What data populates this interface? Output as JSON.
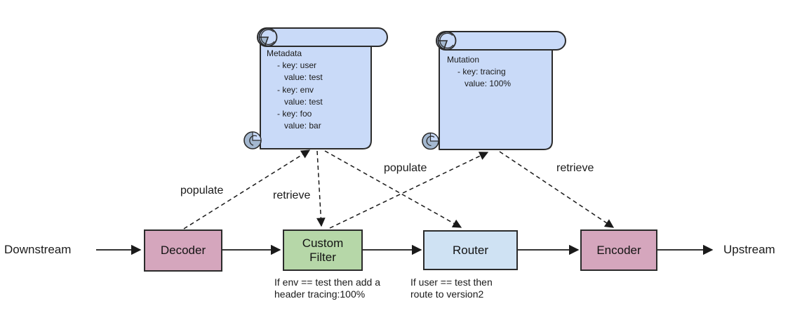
{
  "colors": {
    "node_pink": "#d5a6bd",
    "node_green": "#b6d7a8",
    "node_blue": "#cfe2f3",
    "scroll_blue": "#c9daf8",
    "scroll_shade": "#a4b8d0",
    "stroke_dark": "#2b2b2b",
    "line_black": "#1a1a1a"
  },
  "flow": {
    "downstream_label": "Downstream",
    "upstream_label": "Upstream",
    "decoder_label": "Decoder",
    "custom_filter_label": "Custom Filter",
    "router_label": "Router",
    "encoder_label": "Encoder",
    "custom_filter_caption": "If env == test then add a\nheader tracing:100%",
    "router_caption": "If user == test then\nroute to version2"
  },
  "edge_labels": {
    "decoder_to_metadata": "populate",
    "metadata_to_filter": "retrieve",
    "filter_to_mutation": "populate",
    "mutation_to_encoder": "retrieve"
  },
  "scrolls": {
    "metadata": {
      "title": "Metadata",
      "lines": [
        "- key: user",
        "value: test",
        "- key: env",
        "value: test",
        "- key: foo",
        "value: bar"
      ]
    },
    "mutation": {
      "title": "Mutation",
      "lines": [
        "- key: tracing",
        "value: 100%"
      ]
    }
  }
}
